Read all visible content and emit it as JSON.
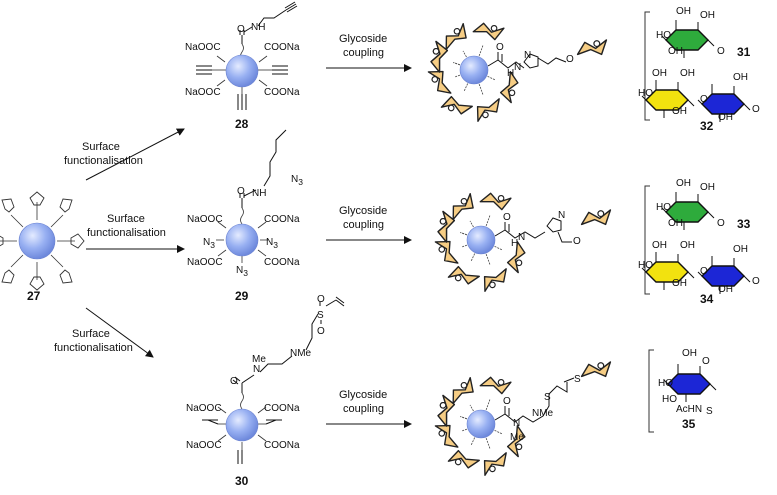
{
  "steps": {
    "surface_line1": "Surface",
    "surface_line2": "functionalisation",
    "glyco_line1": "Glycoside",
    "glyco_line2": "coupling"
  },
  "compounds": {
    "c27": "27",
    "c28": "28",
    "c29": "29",
    "c30": "30",
    "c31": "31",
    "c32": "32",
    "c33": "33",
    "c34": "34",
    "c35": "35"
  },
  "labels": {
    "naooc": "NaOOC",
    "coona": "COONa",
    "nh": "NH",
    "n": "N",
    "h": "H",
    "o": "O",
    "s": "S",
    "n3": "N",
    "n3_sub": "3",
    "me": "Me",
    "nme": "NMe",
    "oh": "OH",
    "ho": "HO",
    "achn": "AcHN",
    "so2_s": "S",
    "so2_o": "O"
  },
  "colors": {
    "particle": "#8ea8f0",
    "sugar_fill": "#f6cd84",
    "glucose": "#2eab3c",
    "galactose": "#f2e20f",
    "glcnac": "#1c26d6"
  }
}
